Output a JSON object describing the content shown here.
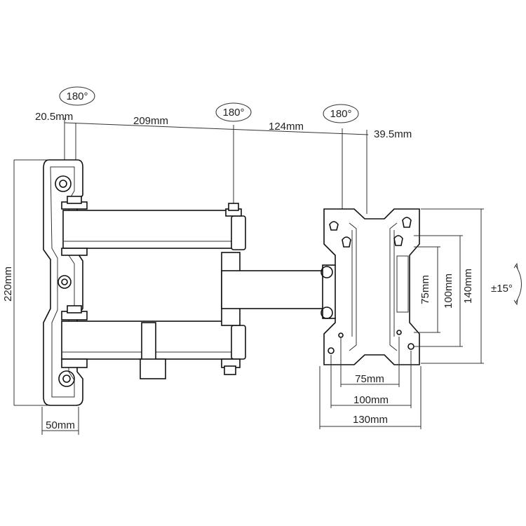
{
  "diagram": {
    "rotations": {
      "wall": "180°",
      "middle": "180°",
      "head": "180°"
    },
    "tilt": "±15°",
    "dimensions": {
      "wall_offset": "20.5mm",
      "arm1": "209mm",
      "arm2": "124mm",
      "head_offset": "39.5mm",
      "height": "220mm",
      "plate_width": "50mm",
      "vesa_75_v": "75mm",
      "vesa_100_v": "100mm",
      "height_140": "140mm",
      "vesa_75_h": "75mm",
      "vesa_100_h": "100mm",
      "width_130": "130mm"
    }
  }
}
